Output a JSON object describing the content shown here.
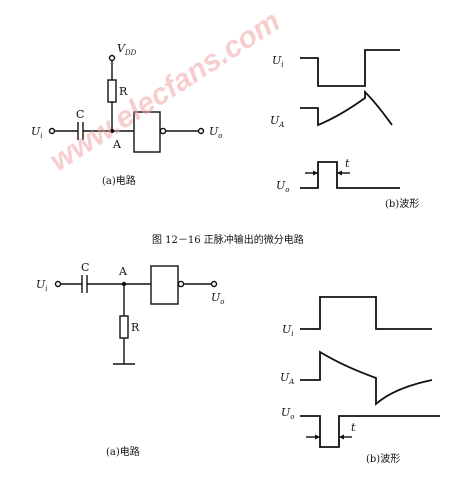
{
  "watermark": "www.elecfans.com",
  "figure_title": "图 12－16   正脉冲输出的微分电路",
  "top": {
    "circuit": {
      "vdd": "V",
      "vdd_sub": "DD",
      "r": "R",
      "c": "C",
      "node_a": "A",
      "ui": "U",
      "ui_sub": "i",
      "uo": "U",
      "uo_sub": "o",
      "caption": "(a)电路"
    },
    "waveform": {
      "ui": "U",
      "ui_sub": "i",
      "ua": "U",
      "ua_sub": "A",
      "uo": "U",
      "uo_sub": "o",
      "t": "t",
      "caption": "(b)波形"
    }
  },
  "bottom": {
    "circuit": {
      "ui": "U",
      "ui_sub": "i",
      "c": "C",
      "node_a": "A",
      "r": "R",
      "uo": "U",
      "uo_sub": "o",
      "caption": "(a)电路"
    },
    "waveform": {
      "ui": "U",
      "ui_sub": "i",
      "ua": "U",
      "ua_sub": "A",
      "uo": "U",
      "uo_sub": "o",
      "t": "t",
      "caption": "(b)波形"
    }
  }
}
